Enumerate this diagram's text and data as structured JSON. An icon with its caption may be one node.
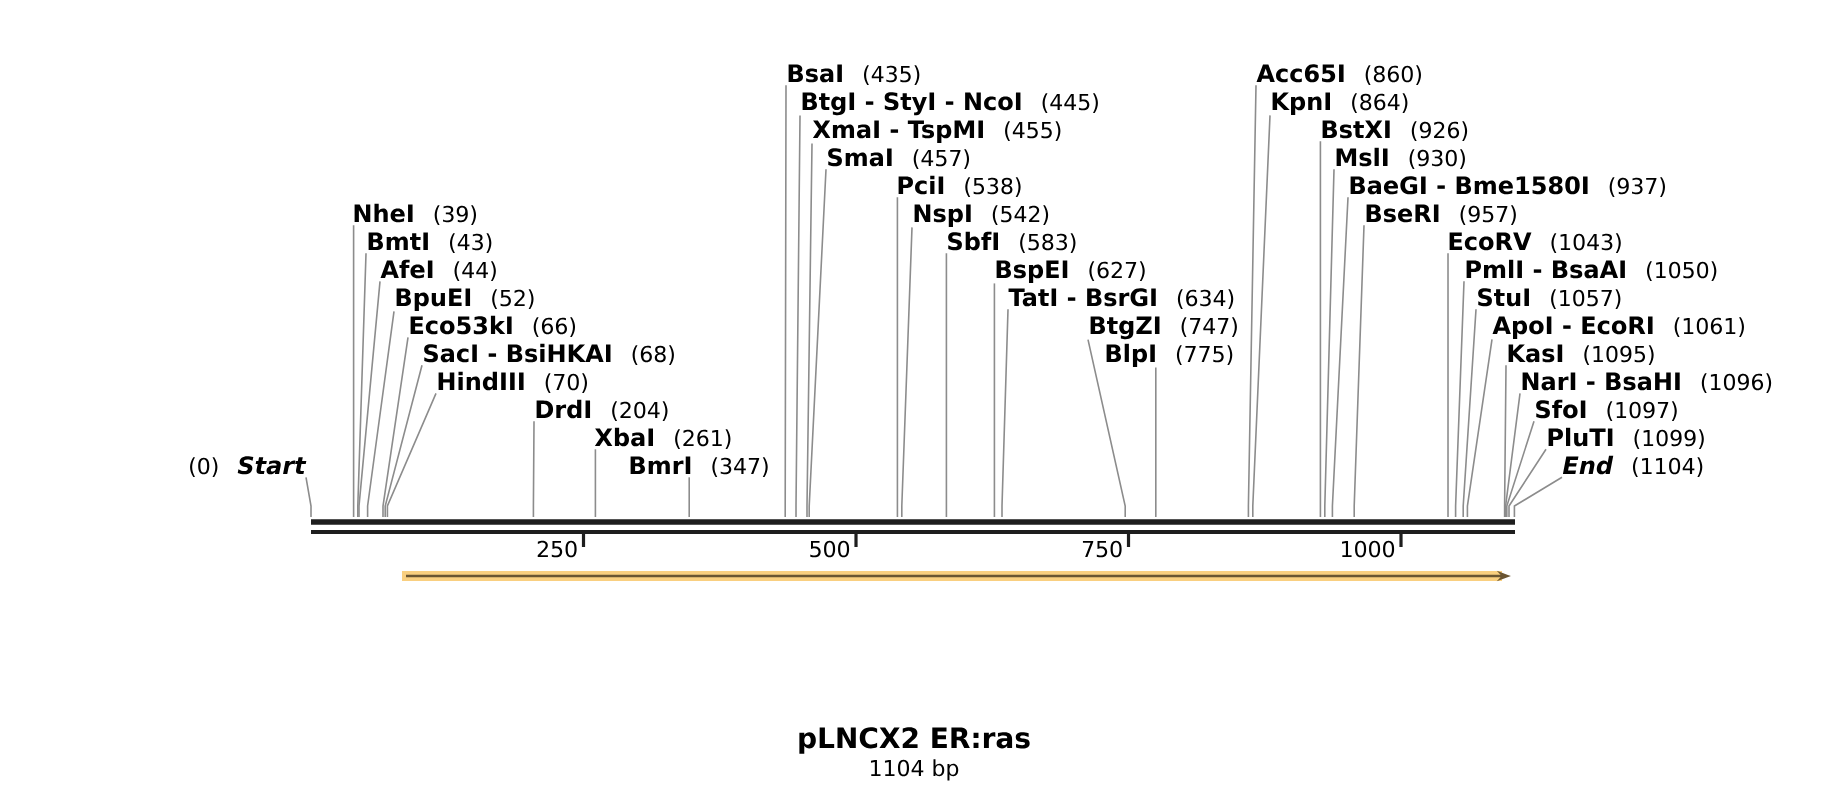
{
  "diagram": {
    "title": "pLNCX2 ER:ras",
    "nodes": [
      {
        "text": [
          "(0)",
          "Start"
        ]
      },
      {
        "text": [
          "NheI",
          "(39)"
        ]
      },
      {
        "text": [
          "BmtI",
          "(43)"
        ]
      },
      {
        "text": [
          "AfeI",
          "(44)"
        ]
      },
      {
        "text": [
          "BpuEI",
          "(52)"
        ]
      },
      {
        "text": [
          "Eco53kI",
          "(66)"
        ]
      },
      {
        "text": [
          "SacI - BsiHKAI",
          "(68)"
        ]
      },
      {
        "text": [
          "HindIII",
          "(70)"
        ]
      },
      {
        "text": [
          "DrdI",
          "(204)"
        ]
      },
      {
        "text": [
          "XbaI",
          "(261)"
        ]
      },
      {
        "text": [
          "BmrI",
          "(347)"
        ]
      },
      {
        "text": [
          "BsaI",
          "(435)"
        ]
      },
      {
        "text": [
          "BtgI - StyI - NcoI",
          "(445)"
        ]
      },
      {
        "text": [
          "XmaI - TspMI",
          "(455)"
        ]
      },
      {
        "text": [
          "SmaI",
          "(457)"
        ]
      },
      {
        "text": [
          "PciI",
          "(538)"
        ]
      },
      {
        "text": [
          "NspI",
          "(542)"
        ]
      },
      {
        "text": [
          "SbfI",
          "(583)"
        ]
      },
      {
        "text": [
          "BspEI",
          "(627)"
        ]
      },
      {
        "text": [
          "TatI - BsrGI",
          "(634)"
        ]
      },
      {
        "text": [
          "BtgZI",
          "(747)"
        ]
      },
      {
        "text": [
          "BlpI",
          "(775)"
        ]
      },
      {
        "text": [
          "Acc65I",
          "(860)"
        ]
      },
      {
        "text": [
          "KpnI",
          "(864)"
        ]
      },
      {
        "text": [
          "BstXI",
          "(926)"
        ]
      },
      {
        "text": [
          "MslI",
          "(930)"
        ]
      },
      {
        "text": [
          "BaeGI - Bme1580I",
          "(937)"
        ]
      },
      {
        "text": [
          "BseRI",
          "(957)"
        ]
      },
      {
        "text": [
          "EcoRV",
          "(1043)"
        ]
      },
      {
        "text": [
          "PmlI - BsaAI",
          "(1050)"
        ]
      },
      {
        "text": [
          "StuI",
          "(1057)"
        ]
      },
      {
        "text": [
          "ApoI - EcoRI",
          "(1061)"
        ]
      },
      {
        "text": [
          "KasI",
          "(1095)"
        ]
      },
      {
        "text": [
          "NarI - BsaHI",
          "(1096)"
        ]
      },
      {
        "text": [
          "SfoI",
          "(1097)"
        ]
      },
      {
        "text": [
          "PluTI",
          "(1099)"
        ]
      },
      {
        "text": [
          "End",
          "(1104)"
        ]
      },
      {
        "text": [],
        "shape": "bar"
      }
    ],
    "edges": [
      {
        "from": 0,
        "to": 37,
        "arrow": "none"
      },
      {
        "from": 1,
        "to": 37,
        "arrow": "none"
      },
      {
        "from": 2,
        "to": 37,
        "arrow": "none"
      },
      {
        "from": 3,
        "to": 37,
        "arrow": "none"
      },
      {
        "from": 4,
        "to": 37,
        "arrow": "none"
      },
      {
        "from": 5,
        "to": 37,
        "arrow": "none"
      },
      {
        "from": 6,
        "to": 37,
        "arrow": "none"
      },
      {
        "from": 7,
        "to": 37,
        "arrow": "none"
      },
      {
        "from": 8,
        "to": 37,
        "arrow": "none"
      },
      {
        "from": 9,
        "to": 37,
        "arrow": "none"
      },
      {
        "from": 10,
        "to": 37,
        "arrow": "none"
      },
      {
        "from": 11,
        "to": 37,
        "arrow": "none"
      },
      {
        "from": 12,
        "to": 37,
        "arrow": "none"
      },
      {
        "from": 13,
        "to": 37,
        "arrow": "none"
      },
      {
        "from": 14,
        "to": 37,
        "arrow": "none"
      },
      {
        "from": 15,
        "to": 37,
        "arrow": "none"
      },
      {
        "from": 16,
        "to": 37,
        "arrow": "none"
      },
      {
        "from": 17,
        "to": 37,
        "arrow": "none"
      },
      {
        "from": 18,
        "to": 37,
        "arrow": "none"
      },
      {
        "from": 19,
        "to": 37,
        "arrow": "none"
      },
      {
        "from": 20,
        "to": 37,
        "arrow": "none"
      },
      {
        "from": 21,
        "to": 37,
        "arrow": "none"
      },
      {
        "from": 22,
        "to": 37,
        "arrow": "none"
      },
      {
        "from": 23,
        "to": 37,
        "arrow": "none"
      },
      {
        "from": 24,
        "to": 37,
        "arrow": "none"
      },
      {
        "from": 25,
        "to": 37,
        "arrow": "none"
      },
      {
        "from": 26,
        "to": 37,
        "arrow": "none"
      },
      {
        "from": 27,
        "to": 37,
        "arrow": "none"
      },
      {
        "from": 28,
        "to": 37,
        "arrow": "none"
      },
      {
        "from": 29,
        "to": 37,
        "arrow": "none"
      },
      {
        "from": 30,
        "to": 37,
        "arrow": "none"
      },
      {
        "from": 31,
        "to": 37,
        "arrow": "none"
      },
      {
        "from": 32,
        "to": 37,
        "arrow": "none"
      },
      {
        "from": 33,
        "to": 37,
        "arrow": "none"
      },
      {
        "from": 34,
        "to": 37,
        "arrow": "none"
      },
      {
        "from": 35,
        "to": 37,
        "arrow": "none"
      },
      {
        "from": 36,
        "to": 37,
        "arrow": "none"
      }
    ],
    "labels": [
      "250",
      "500",
      "750",
      "1000",
      "1104 bp"
    ]
  }
}
